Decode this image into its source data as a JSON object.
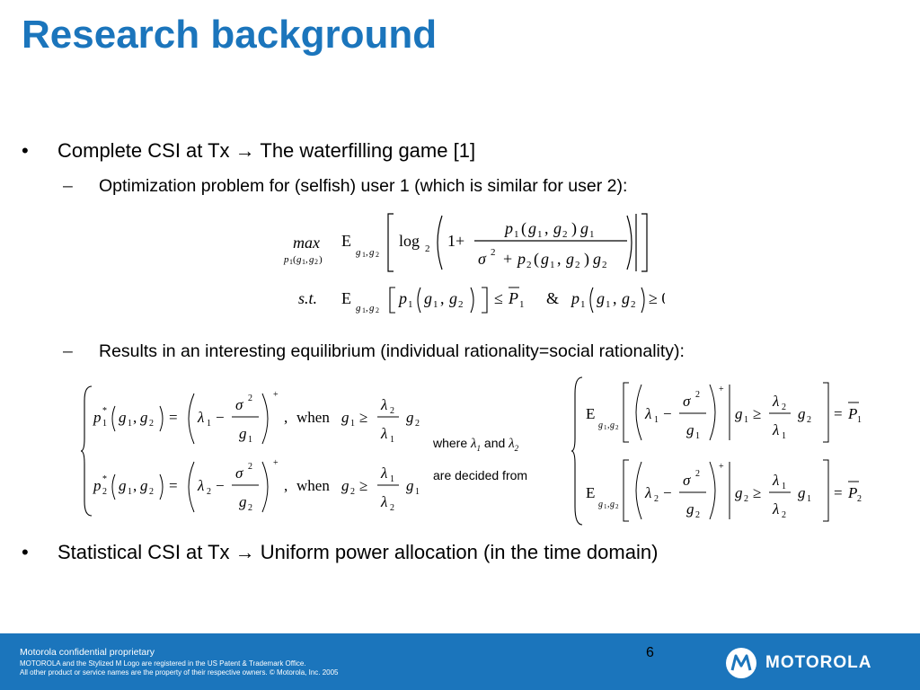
{
  "slide": {
    "title": "Research background",
    "bullets": [
      {
        "text": "Complete CSI at Tx → The waterfilling game [1]"
      },
      {
        "text": "Statistical CSI at Tx → Uniform power allocation (in the time domain)"
      }
    ],
    "sub_bullets": [
      {
        "text": "Optimization problem for (selfish) user 1 (which is similar for user 2):"
      },
      {
        "text": "Results in an interesting equilibrium (individual rationality=social rationality):"
      }
    ],
    "where_text": [
      "where",
      "and",
      "are decided from"
    ],
    "bullet_symbol": "•",
    "dash_symbol": "–"
  },
  "footer": {
    "line1": "Motorola confidential proprietary",
    "line2": "MOTOROLA and the Stylized M Logo are registered in the US Patent & Trademark Office.",
    "line3": "All other product or service names are the property of their respective owners. © Motorola, Inc. 2005",
    "page_number": "6",
    "logo_text": "MOTOROLA"
  },
  "colors": {
    "accent": "#1b75bc",
    "footer_bg": "#1b75bc"
  }
}
